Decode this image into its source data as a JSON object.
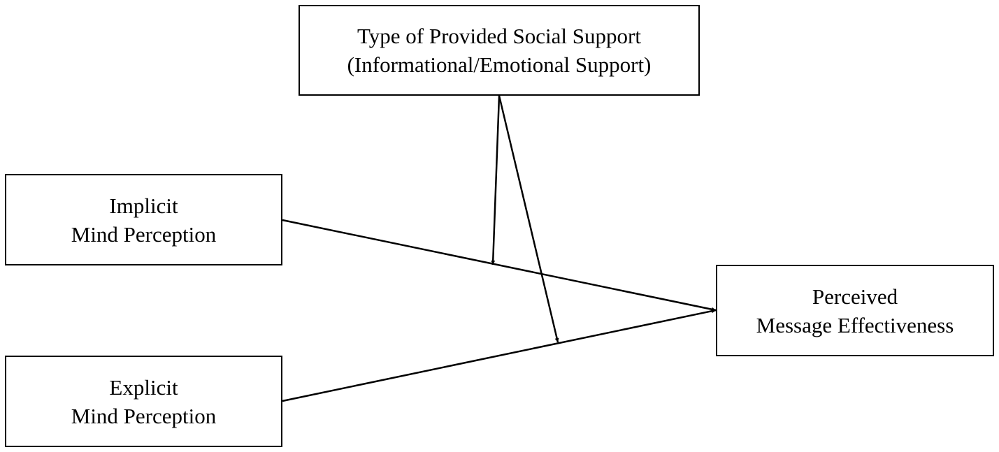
{
  "nodes": {
    "moderator": {
      "line1": "Type of Provided Social Support",
      "line2": "(Informational/Emotional Support)"
    },
    "implicit": {
      "line1": "Implicit",
      "line2": "Mind Perception"
    },
    "explicit": {
      "line1": "Explicit",
      "line2": "Mind Perception"
    },
    "outcome": {
      "line1": "Perceived",
      "line2": "Message Effectiveness"
    }
  },
  "edges": [
    {
      "from": "implicit",
      "to": "outcome",
      "kind": "direct-path"
    },
    {
      "from": "explicit",
      "to": "outcome",
      "kind": "direct-path"
    },
    {
      "from": "moderator",
      "to": "implicit-to-outcome path",
      "kind": "moderation"
    },
    {
      "from": "moderator",
      "to": "explicit-to-outcome path",
      "kind": "moderation"
    }
  ],
  "colors": {
    "stroke": "#000000",
    "background": "#ffffff"
  }
}
